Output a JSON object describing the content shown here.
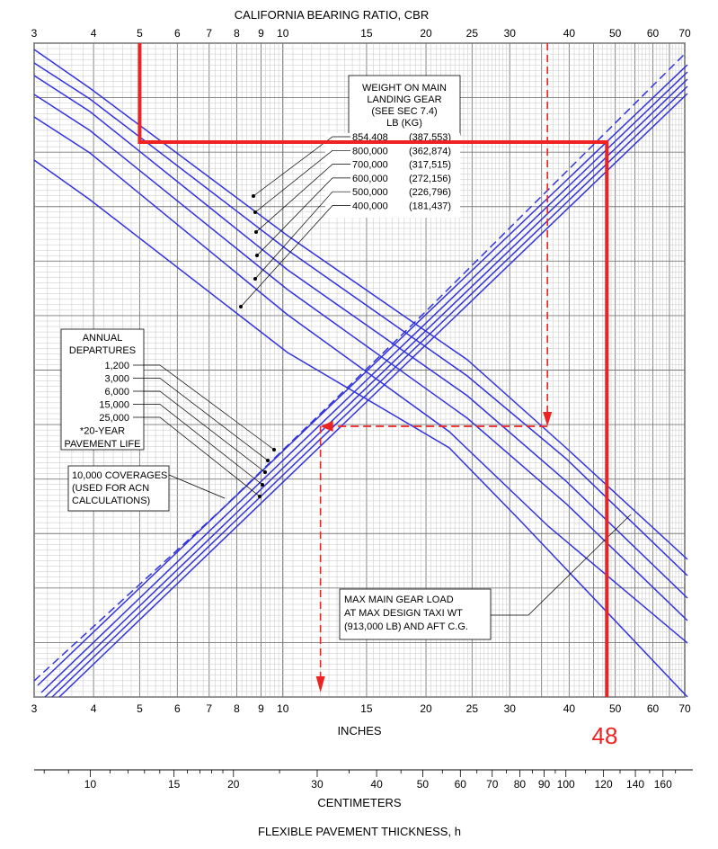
{
  "chart_data": {
    "type": "line",
    "title": "CALIFORNIA BEARING RATIO, CBR",
    "xlabel": "FLEXIBLE PAVEMENT THICKNESS, h",
    "inches_label": "INCHES",
    "cm_label": "CENTIMETERS",
    "log_scale": true,
    "grid": true,
    "inch_ticks": [
      "3",
      "4",
      "5",
      "6",
      "7",
      "8",
      "9",
      "10",
      "15",
      "20",
      "25",
      "30",
      "40",
      "50",
      "60",
      "70"
    ],
    "cbr_ticks": [
      "3",
      "4",
      "5",
      "6",
      "7",
      "8",
      "9",
      "10",
      "15",
      "20",
      "25",
      "30",
      "40",
      "50",
      "60",
      "70"
    ],
    "cm_ticks": [
      "10",
      "15",
      "20",
      "30",
      "40",
      "50",
      "60",
      "70",
      "80",
      "90",
      "100",
      "120",
      "140",
      "160"
    ],
    "weight_legend": {
      "header": [
        "WEIGHT ON MAIN",
        "LANDING GEAR",
        "(SEE SEC 7.4)",
        "LB      (KG)"
      ],
      "items": [
        {
          "lb": "854,408",
          "kg": "(387,553)"
        },
        {
          "lb": "800,000",
          "kg": "(362,874)"
        },
        {
          "lb": "700,000",
          "kg": "(317,515)"
        },
        {
          "lb": "600,000",
          "kg": "(272,156)"
        },
        {
          "lb": "500,000",
          "kg": "(226,796)"
        },
        {
          "lb": "400,000",
          "kg": "(181,437)"
        }
      ]
    },
    "departures_legend": {
      "header": [
        "ANNUAL",
        "DEPARTURES"
      ],
      "items": [
        "1,200",
        "3,000",
        "6,000",
        "15,000",
        "25,000",
        "*20-YEAR",
        "PAVEMENT LIFE"
      ]
    },
    "coverages_note": [
      "10,000 COVERAGES",
      "(USED FOR ACN",
      "CALCULATIONS)"
    ],
    "max_load_note": [
      "MAX MAIN GEAR LOAD",
      "AT MAX DESIGN TAXI WT",
      "(913,000 LB) AND AFT C.G."
    ],
    "example_red": {
      "cbr": 5,
      "thickness_in": 48,
      "label": "48"
    },
    "example_dashed": {
      "cbr": 36,
      "thickness_in": 12
    },
    "colors": {
      "curves": "#3333dd",
      "highlight": "#ee2222",
      "grid": "#9a9a9a"
    }
  }
}
